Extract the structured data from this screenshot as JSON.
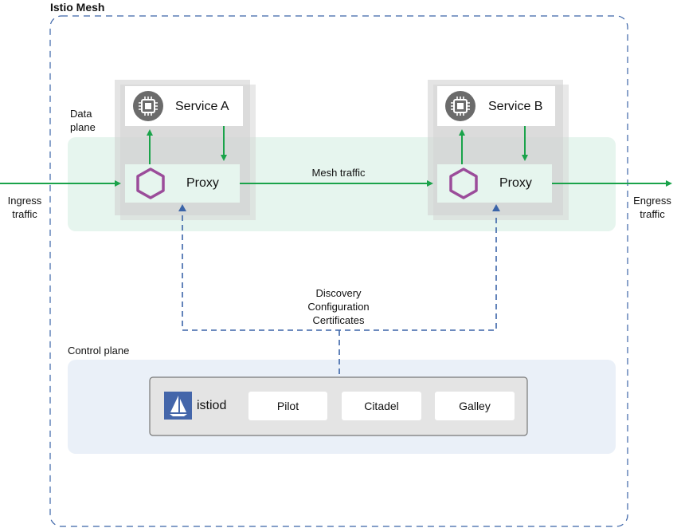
{
  "mesh": {
    "title": "Istio Mesh"
  },
  "data_plane": {
    "label_line1": "Data",
    "label_line2": "plane"
  },
  "control_plane": {
    "label": "Control plane"
  },
  "services": [
    {
      "name": "Service A",
      "proxy_label": "Proxy"
    },
    {
      "name": "Service B",
      "proxy_label": "Proxy"
    }
  ],
  "flows": {
    "ingress_line1": "Ingress",
    "ingress_line2": "traffic",
    "egress_line1": "Engress",
    "egress_line2": "traffic",
    "mesh_traffic": "Mesh traffic",
    "discovery": "Discovery",
    "configuration": "Configuration",
    "certificates": "Certificates"
  },
  "istiod": {
    "label": "istiod",
    "components": [
      "Pilot",
      "Citadel",
      "Galley"
    ]
  },
  "colors": {
    "flow_green": "#1aa34a",
    "control_blue": "#3b64a8",
    "hexagon_purple": "#9b4c9a",
    "data_plane_bg": "#e6f5ee",
    "control_plane_bg": "#eaf0f8",
    "chip_gray": "#6b6b6b",
    "istio_logo_bg": "#4466aa"
  }
}
